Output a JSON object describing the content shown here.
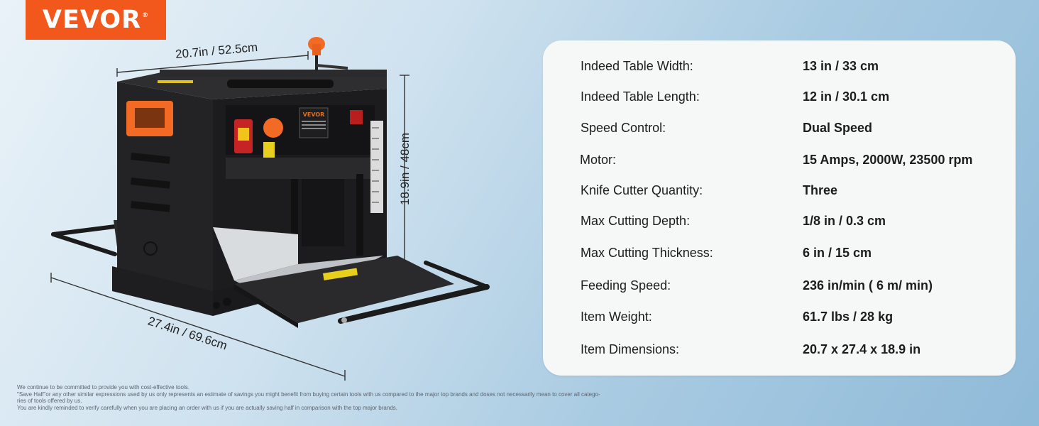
{
  "brand": {
    "logo_text": "VEVOR"
  },
  "dimensions": {
    "width": "20.7in / 52.5cm",
    "height": "18.9in / 48cm",
    "length": "27.4in / 69.6cm"
  },
  "machine_label": "VEVOR",
  "specs": [
    {
      "label": "Indeed Table Width:",
      "value": "13 in / 33 cm"
    },
    {
      "label": "Indeed Table Length:",
      "value": "12 in / 30.1 cm"
    },
    {
      "label": "Speed Control:",
      "value": "Dual Speed"
    },
    {
      "label": "Motor:",
      "value": "15 Amps, 2000W, 23500 rpm"
    },
    {
      "label": "Knife Cutter Quantity:",
      "value": "Three"
    },
    {
      "label": "Max Cutting Depth:",
      "value": "1/8 in / 0.3 cm"
    },
    {
      "label": "Max Cutting Thickness:",
      "value": "6 in / 15 cm"
    },
    {
      "label": "Feeding Speed:",
      "value": "236 in/min ( 6 m/ min)"
    },
    {
      "label": "Item Weight:",
      "value": "61.7 lbs / 28 kg"
    },
    {
      "label": "Item Dimensions:",
      "value": "20.7 x 27.4 x 18.9 in"
    }
  ],
  "disclaimer": {
    "line1": "We continue to be committed to provide you with cost-effective tools.",
    "line2": "\"Save Half\"or any other similar expressions used by us only represents an estimate of savings you might benefit from buying certain tools with us compared to the major top brands and doses not necessarily mean to cover all catego-",
    "line3": "ries of tools offered by us.",
    "line4": "You are kindly reminded to verify carefully when you are placing an order with us if you are actually saving half in comparison with the top major brands."
  },
  "colors": {
    "accent": "#f2571c",
    "machine": "#1c1c1e",
    "panel": "#f6f7f7"
  }
}
